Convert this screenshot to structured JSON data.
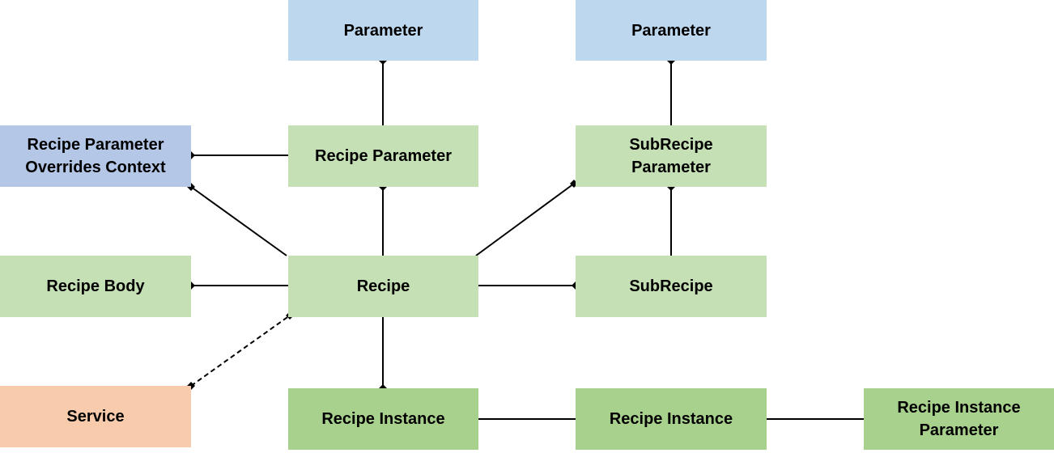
{
  "colors": {
    "parameter_blue": "#bdd7ee",
    "context_blue": "#b4c7e7",
    "light_green": "#c5e0b4",
    "instance_green": "#a9d18e",
    "service_orange": "#f8cbad",
    "edge": "#000000"
  },
  "nodes": {
    "parameter_left": "Parameter",
    "parameter_right": "Parameter",
    "recipe_parameter_overrides_context": "Recipe Parameter\nOverrides Context",
    "recipe_parameter": "Recipe Parameter",
    "subrecipe_parameter": "SubRecipe\nParameter",
    "recipe_body": "Recipe Body",
    "recipe": "Recipe",
    "subrecipe": "SubRecipe",
    "service": "Service",
    "recipe_instance_center": "Recipe Instance",
    "recipe_instance_right": "Recipe Instance",
    "recipe_instance_parameter": "Recipe Instance\nParameter"
  },
  "edges": [
    {
      "from": "recipe_parameter",
      "to": "parameter_left",
      "style": "solid",
      "end": "diamond"
    },
    {
      "from": "subrecipe_parameter",
      "to": "parameter_right",
      "style": "solid",
      "end": "diamond"
    },
    {
      "from": "recipe_parameter",
      "to": "recipe_parameter_overrides_context",
      "style": "solid",
      "end": "diamond"
    },
    {
      "from": "recipe",
      "to": "recipe_parameter_overrides_context",
      "style": "solid",
      "end": "diamond"
    },
    {
      "from": "recipe",
      "to": "recipe_parameter",
      "style": "solid",
      "end": "diamond"
    },
    {
      "from": "recipe",
      "to": "subrecipe_parameter",
      "style": "solid",
      "end": "diamond"
    },
    {
      "from": "subrecipe",
      "to": "subrecipe_parameter",
      "style": "solid",
      "end": "diamond"
    },
    {
      "from": "recipe",
      "to": "recipe_body",
      "style": "solid",
      "end": "diamond"
    },
    {
      "from": "recipe",
      "to": "subrecipe",
      "style": "solid",
      "end": "diamond"
    },
    {
      "from": "recipe",
      "to": "recipe_instance_center",
      "style": "solid",
      "end": "diamond"
    },
    {
      "from": "service",
      "to": "recipe",
      "style": "dashed",
      "end": "diamond-both"
    },
    {
      "from": "recipe_instance_center",
      "to": "recipe_instance_right",
      "style": "solid",
      "end": "none"
    },
    {
      "from": "recipe_instance_right",
      "to": "recipe_instance_parameter",
      "style": "solid",
      "end": "none"
    }
  ]
}
